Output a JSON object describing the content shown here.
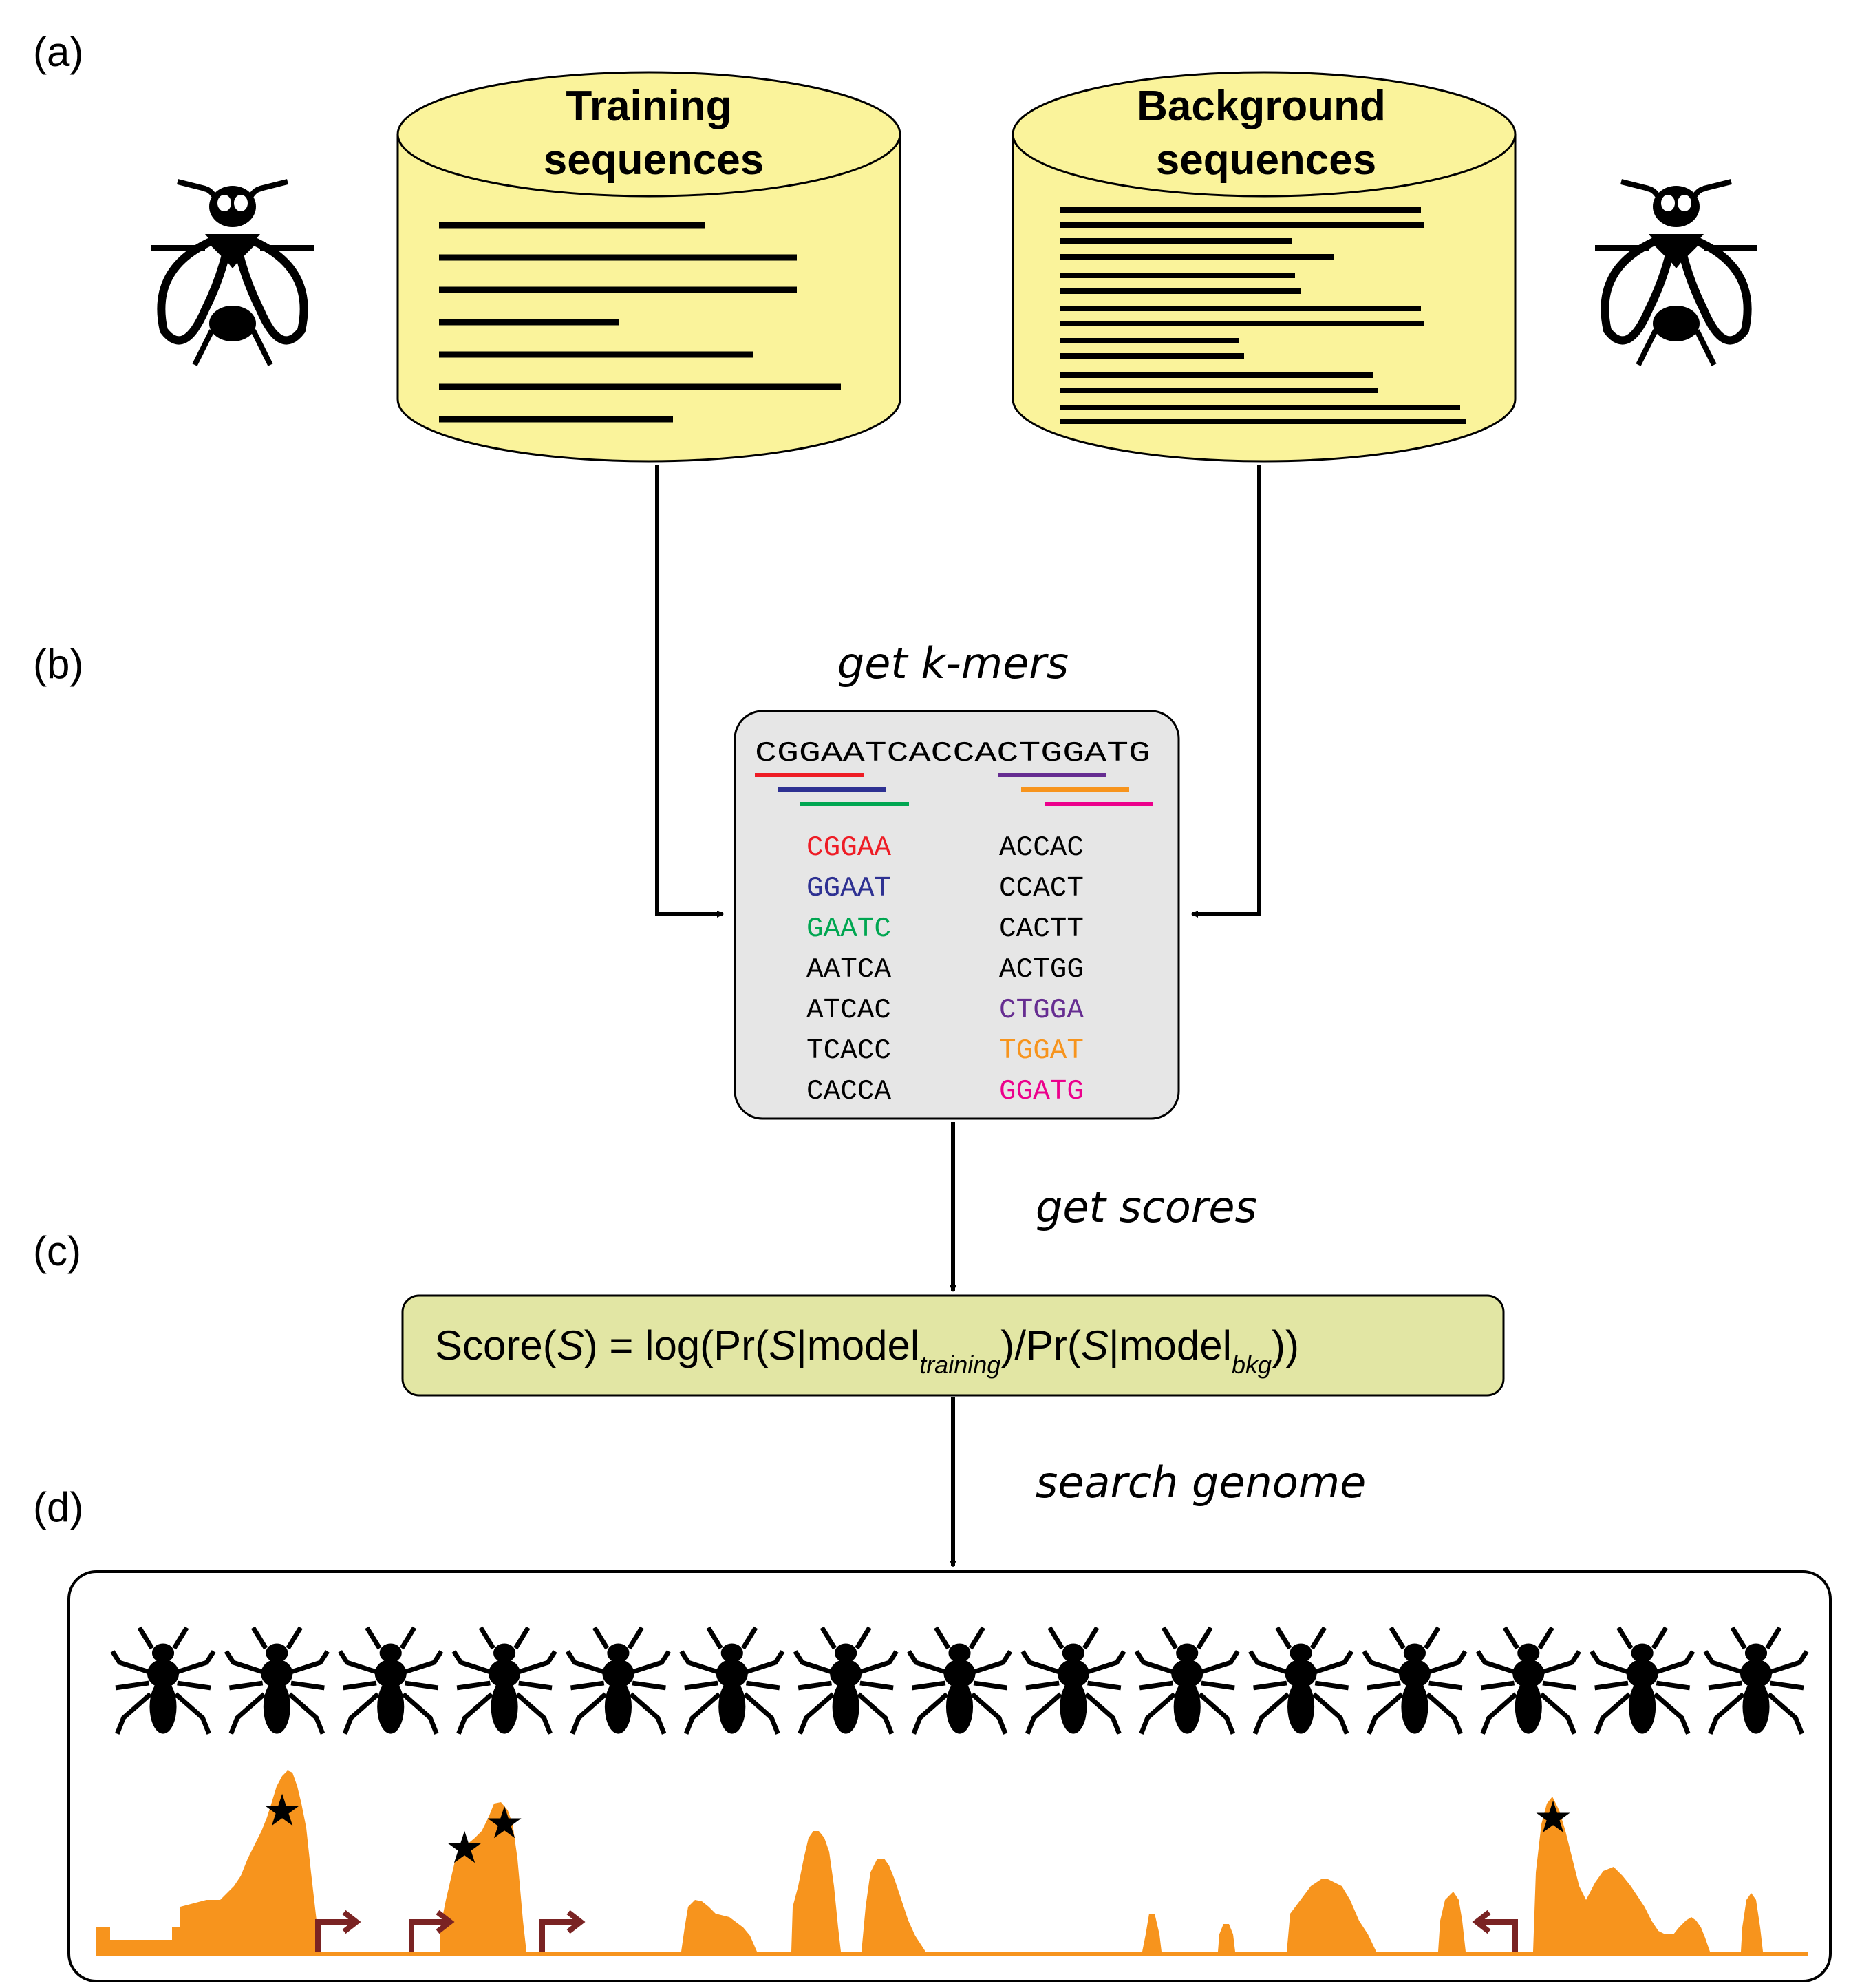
{
  "panel_labels": [
    "(a)",
    "(b)",
    "(c)",
    "(d)"
  ],
  "training": {
    "title_line1": "Training",
    "title_line2": "sequences"
  },
  "background": {
    "title_line1": "Background",
    "title_line2": "sequences"
  },
  "steps": {
    "get_kmers": "get k-mers",
    "get_scores": "get scores",
    "search_genome": "search genome"
  },
  "kmer_box": {
    "sequence": "CGGAATCACCACTGGATG",
    "left_column": [
      {
        "text": "CGGAA",
        "color": "#ee1c25"
      },
      {
        "text": "GGAAT",
        "color": "#2e3192"
      },
      {
        "text": "GAATC",
        "color": "#00a651"
      },
      {
        "text": "AATCA",
        "color": "#000000"
      },
      {
        "text": "ATCAC",
        "color": "#000000"
      },
      {
        "text": "TCACC",
        "color": "#000000"
      },
      {
        "text": "CACCA",
        "color": "#000000"
      }
    ],
    "right_column": [
      {
        "text": "ACCAC",
        "color": "#000000"
      },
      {
        "text": "CCACT",
        "color": "#000000"
      },
      {
        "text": "CACTT",
        "color": "#000000"
      },
      {
        "text": "ACTGG",
        "color": "#000000"
      },
      {
        "text": "CTGGA",
        "color": "#662d91"
      },
      {
        "text": "TGGAT",
        "color": "#f7941d"
      },
      {
        "text": "GGATG",
        "color": "#ec008c"
      }
    ]
  },
  "formula": {
    "score": "Score(",
    "s": "S",
    "eq_log": ") = log(Pr(",
    "bar_model": "|model",
    "sub_training": "training",
    "mid": ")/Pr(",
    "sub_bkg": "bkg",
    "end": "))"
  },
  "insects": [
    "fly-icon",
    "bee-icon",
    "ant-icon",
    "honeybee-icon",
    "butterfly-icon",
    "cockroach-icon",
    "striped-beetle-icon",
    "longhorn-beetle-icon",
    "ladybug-icon",
    "mosquito-icon",
    "moth-icon",
    "wasp-icon",
    "scarab-icon",
    "stink-bug-icon",
    "hornet-icon"
  ],
  "colors": {
    "cylinder_fill": "#faf39b",
    "kmer_box_fill": "#e6e6e6",
    "formula_fill": "#e2e6a4",
    "peak_fill": "#f7941d",
    "tss_arrow": "#7a2323"
  }
}
